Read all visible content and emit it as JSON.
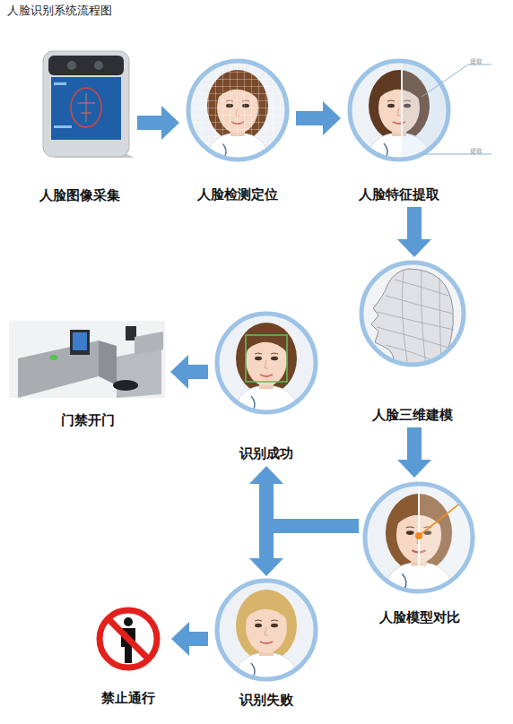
{
  "diagram": {
    "title": "人脸识别系统流程图",
    "nodes": [
      {
        "text": [
          "人脸图像采集"
        ]
      },
      {
        "text": [
          "人脸检测定位"
        ]
      },
      {
        "text": [
          "人脸特征提取"
        ]
      },
      {
        "text": [
          "人脸三维建模"
        ]
      },
      {
        "text": [
          "人脸模型对比"
        ]
      },
      {
        "text": [
          "识别成功"
        ]
      },
      {
        "text": [
          "门禁开门"
        ]
      },
      {
        "text": [
          "识别失败"
        ]
      },
      {
        "text": [
          "禁止通行"
        ]
      }
    ],
    "edges": [
      {
        "from": 0,
        "to": 1,
        "arrow": "to"
      },
      {
        "from": 1,
        "to": 2,
        "arrow": "to"
      },
      {
        "from": 2,
        "to": 3,
        "arrow": "to"
      },
      {
        "from": 3,
        "to": 4,
        "arrow": "to"
      },
      {
        "from": 4,
        "to": 5,
        "arrow": "to"
      },
      {
        "from": 4,
        "to": 7,
        "arrow": "to"
      },
      {
        "from": 5,
        "to": 6,
        "arrow": "to"
      },
      {
        "from": 7,
        "to": 8,
        "arrow": "to"
      }
    ],
    "labels": [
      "提取",
      "提取"
    ]
  }
}
